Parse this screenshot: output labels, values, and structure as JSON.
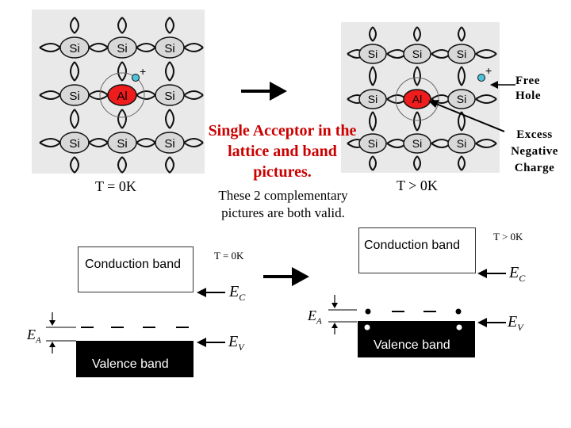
{
  "lattice_left": {
    "atoms": [
      "Si",
      "Si",
      "Si",
      "Si",
      "Al",
      "Si",
      "Si",
      "Si",
      "Si"
    ],
    "temp_label": "T = 0K",
    "plus_sign": "+"
  },
  "lattice_right": {
    "atoms": [
      "Si",
      "Si",
      "Si",
      "Si",
      "Al",
      "Si",
      "Si",
      "Si",
      "Si"
    ],
    "temp_label": "T > 0K",
    "plus_sign": "+",
    "free_hole_label": "Free\nHole",
    "excess_charge_label": "Excess\nNegative\nCharge"
  },
  "caption": {
    "title": "Single Acceptor in the lattice and band pictures.",
    "subtitle": "These 2 complementary pictures are both valid."
  },
  "band_left": {
    "conduction_label": "Conduction band",
    "valence_label": "Valence band",
    "temp_label": "T = 0K",
    "ec_label": "E",
    "ec_sub": "C",
    "ev_label": "E",
    "ev_sub": "V",
    "ea_label": "E",
    "ea_sub": "A"
  },
  "band_right": {
    "conduction_label": "Conduction band",
    "valence_label": "Valence band",
    "temp_label": "T > 0K",
    "ec_label": "E",
    "ec_sub": "C",
    "ev_label": "E",
    "ev_sub": "V",
    "ea_label": "E",
    "ea_sub": "A"
  },
  "colors": {
    "al_atom": "#ee1c1c",
    "si_atom": "#d8d8d8",
    "hole_dot": "#4fc3d9",
    "panel_bg": "#e9e9e9",
    "valence_fill": "#000000",
    "caption_red": "#cc0000"
  }
}
